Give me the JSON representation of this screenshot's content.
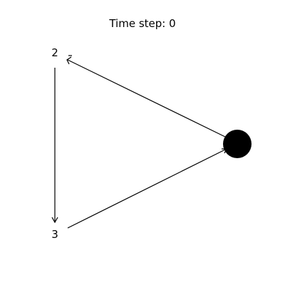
{
  "title": "Time step: 0",
  "nodes": [
    {
      "id": "n1",
      "label": "",
      "marker": "filled-circle"
    },
    {
      "id": "n2",
      "label": "2"
    },
    {
      "id": "n3",
      "label": "3"
    }
  ],
  "edges": [
    {
      "from": "n1",
      "to": "n2"
    },
    {
      "from": "n2",
      "to": "n3"
    },
    {
      "from": "n3",
      "to": "n1"
    }
  ],
  "colors": {
    "stroke": "#000000",
    "background": "#ffffff",
    "marker": "#000000"
  }
}
